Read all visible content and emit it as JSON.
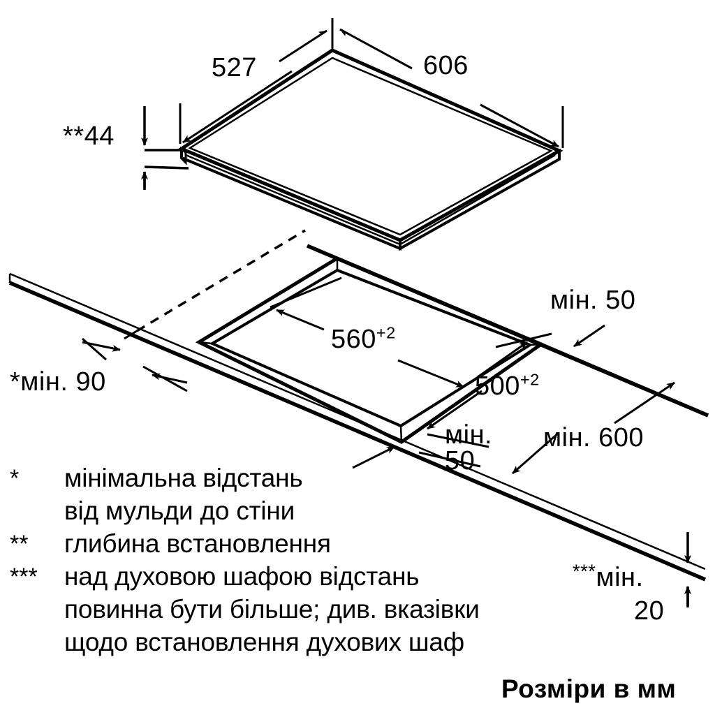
{
  "diagram": {
    "title": "Hob installation cut-out dimensions",
    "units_note": "Розміри в мм",
    "line_color": "#000000",
    "background_color": "#ffffff"
  },
  "dimensions": {
    "hob_width": "606",
    "hob_depth": "527",
    "hob_height": "**44",
    "cutout_width_value": "560",
    "cutout_width_tol": "+2",
    "cutout_depth_value": "500",
    "cutout_depth_tol": "+2",
    "min_wall_distance": "*мін. 90",
    "min_rear_50": "мін. 50",
    "min_side_50_line1": "мін.",
    "min_side_50_line2": "50",
    "min_cabinet_600": "мін. 600",
    "min_oven_stars": "***",
    "min_oven_label": "мін.",
    "min_oven_value": "20"
  },
  "legend": {
    "rows": [
      {
        "marker": "*",
        "text": "мінімальна відстань"
      },
      {
        "marker": "",
        "text": "від мульди до стіни"
      },
      {
        "marker": "**",
        "text": "глибина встановлення"
      },
      {
        "marker": "***",
        "text": "над духовою шафою відстань"
      },
      {
        "marker": "",
        "text": "повинна бути більше; див. вказівки"
      },
      {
        "marker": "",
        "text": "щодо встановлення духових шаф"
      }
    ]
  }
}
